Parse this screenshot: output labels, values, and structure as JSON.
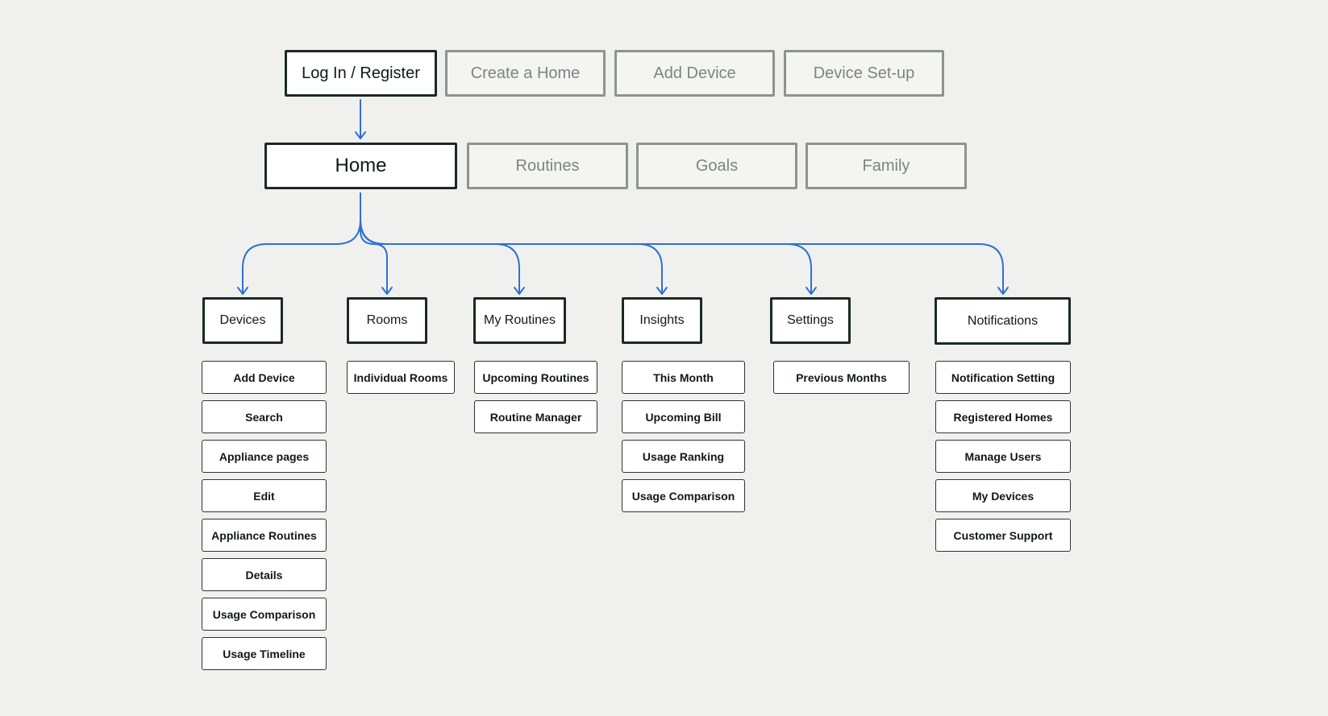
{
  "top_flow": [
    "Log In / Register",
    "Create a Home",
    "Add Device",
    "Device Set-up"
  ],
  "nav": [
    "Home",
    "Routines",
    "Goals",
    "Family"
  ],
  "connector_color": "#2f6fd6",
  "categories": [
    {
      "label": "Devices",
      "items": [
        "Add Device",
        "Search",
        "Appliance pages",
        "Edit",
        "Appliance Routines",
        "Details",
        "Usage Comparison",
        "Usage Timeline"
      ]
    },
    {
      "label": "Rooms",
      "items": [
        "Individual Rooms"
      ]
    },
    {
      "label": "My Routines",
      "items": [
        "Upcoming Routines",
        "Routine Manager"
      ]
    },
    {
      "label": "Insights",
      "items": [
        "This Month",
        "Upcoming Bill",
        "Usage Ranking",
        "Usage Comparison"
      ]
    },
    {
      "label": "Settings",
      "items": [
        "Previous Months"
      ]
    },
    {
      "label": "Notifications",
      "items": [
        "Notification Setting",
        "Registered Homes",
        "Manage Users",
        "My Devices",
        "Customer Support"
      ]
    }
  ]
}
